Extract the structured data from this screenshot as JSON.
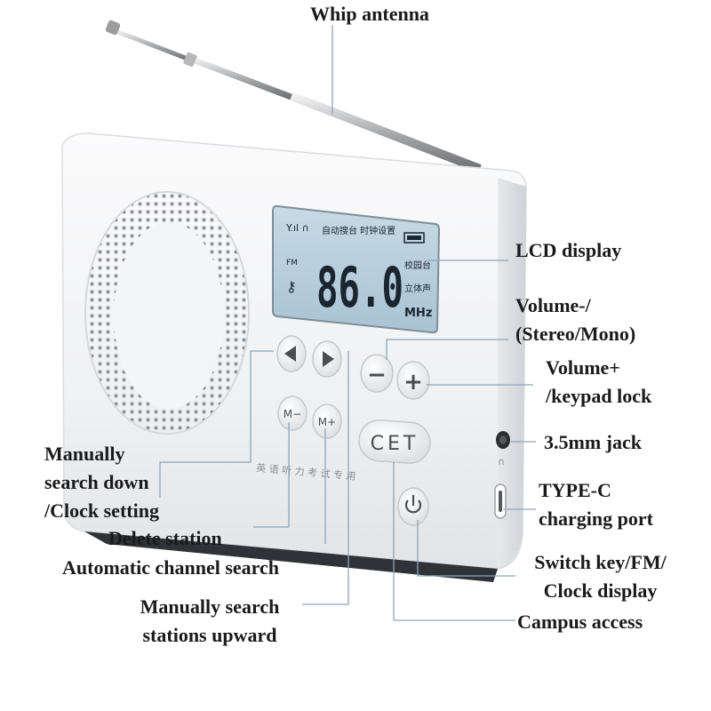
{
  "labels": {
    "whip_antenna": "Whip antenna",
    "lcd_display": "LCD display",
    "volume_minus": [
      "Volume-/",
      "(Stereo/Mono)"
    ],
    "volume_plus": [
      "Volume+",
      "/keypad lock"
    ],
    "jack": "3.5mm jack",
    "type_c": [
      "TYPE-C",
      "charging port"
    ],
    "switch_key": [
      "Switch key/FM/",
      "Clock display"
    ],
    "campus_access": "Campus access",
    "manual_down": [
      "Manually",
      "search down",
      "/Clock setting"
    ],
    "delete_station": "Delete station",
    "auto_search": "Automatic channel search",
    "manual_up": [
      "Manually search",
      "stations upward"
    ]
  },
  "lcd": {
    "top_text": "自动搜台 时钟设置",
    "band": "FM",
    "frequency": "86.0",
    "unit": "MHz",
    "side_top": "校园台",
    "side_bottom": "立体声"
  },
  "buttons": {
    "m_minus": "M−",
    "m_plus": "M+",
    "cet": "CET",
    "minus": "−",
    "plus": "+"
  },
  "panel_text": "英 语 听 力 考 试 专 用",
  "colors": {
    "body": "#f3f4f6",
    "lcd_bg": "#b9cfdc",
    "lcd_text": "#1b2530",
    "leader": "#8aa6bf"
  }
}
